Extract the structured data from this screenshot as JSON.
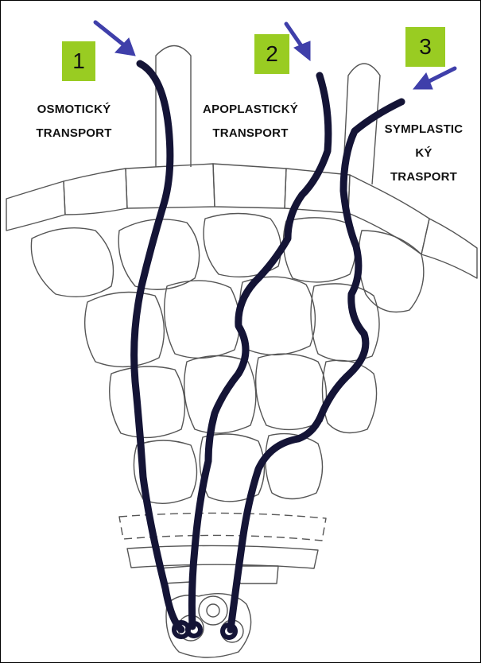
{
  "badges": [
    {
      "number": "1"
    },
    {
      "number": "2"
    },
    {
      "number": "3"
    }
  ],
  "labels": {
    "osmotic": {
      "line1": "OSMOTICKÝ",
      "line2": "TRANSPORT"
    },
    "apoplastic": {
      "line1": "APOPLASTICKÝ",
      "line2": "TRANSPORT"
    },
    "symplastic": {
      "line1": "SYMPLASTIC",
      "line2": "KÝ",
      "line3": "TRASPORT"
    }
  },
  "colors": {
    "badge": "#99cc22",
    "arrow": "#3f3faa",
    "pathway": "#141436",
    "cell_outline": "#555555"
  }
}
